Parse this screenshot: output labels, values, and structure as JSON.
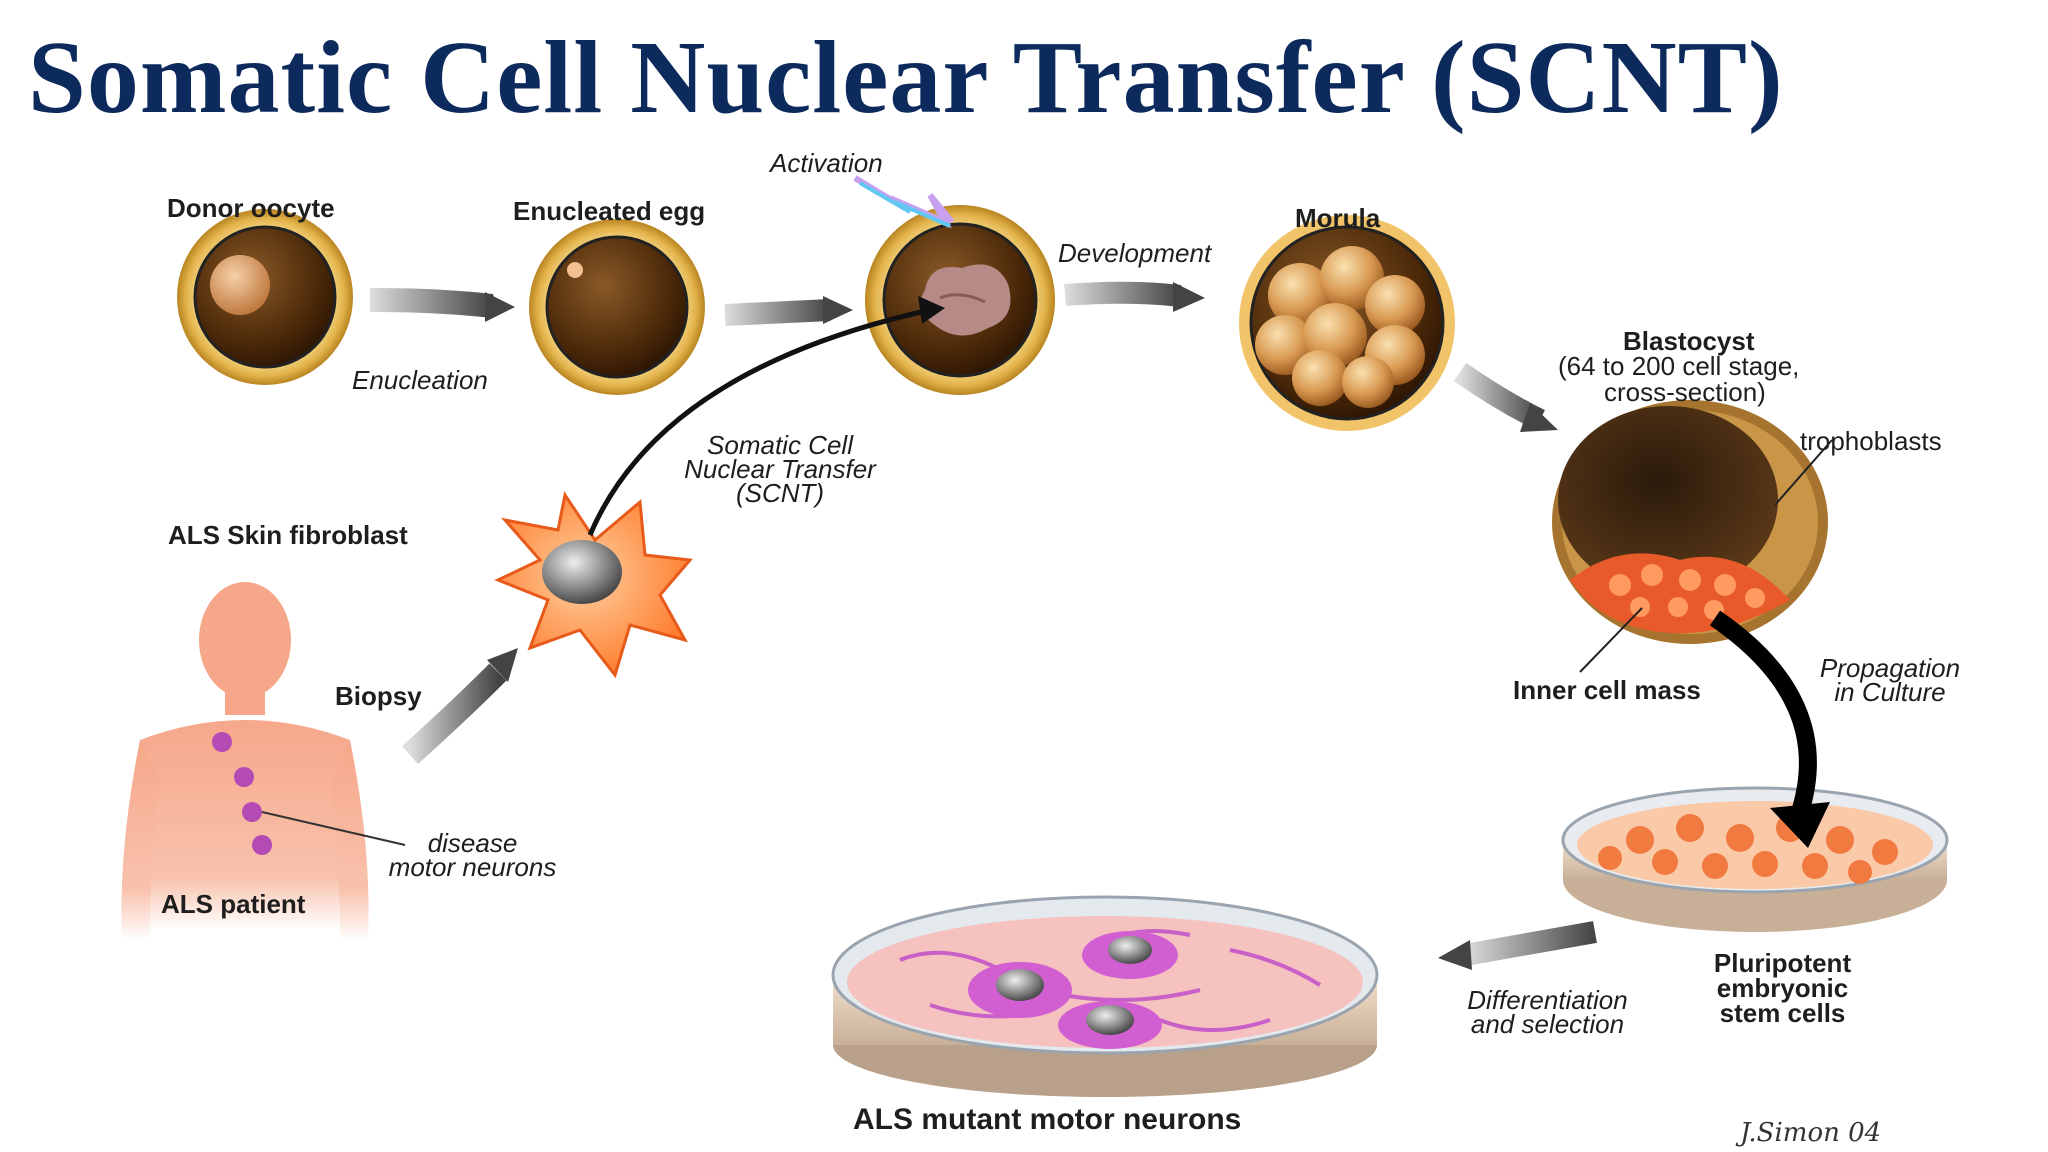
{
  "title": "Somatic Cell Nuclear Transfer (SCNT)",
  "labels": {
    "donor_oocyte": "Donor oocyte",
    "enucleated_egg": "Enucleated egg",
    "activation": "Activation",
    "development": "Development",
    "morula": "Morula",
    "enucleation": "Enucleation",
    "blastocyst": "Blastocyst",
    "blastocyst_sub1": "(64 to 200 cell stage,",
    "blastocyst_sub2": "cross-section)",
    "trophoblasts": "trophoblasts",
    "scnt_line1": "Somatic Cell",
    "scnt_line2": "Nuclear Transfer",
    "scnt_line3": "(SCNT)",
    "fibroblast": "ALS Skin fibroblast",
    "biopsy": "Biopsy",
    "inner_cell_mass": "Inner cell mass",
    "propagation_line1": "Propagation",
    "propagation_line2": "in Culture",
    "disease_line1": "disease",
    "disease_line2": "motor neurons",
    "patient": "ALS patient",
    "pluripotent_line1": "Pluripotent",
    "pluripotent_line2": "embryonic",
    "pluripotent_line3": "stem cells",
    "differentiation_line1": "Differentiation",
    "differentiation_line2": "and selection",
    "neurons": "ALS mutant motor neurons",
    "signature": "J.Simon 04"
  },
  "colors": {
    "title": "#0d2a5c",
    "zona": "#e0b24a",
    "cytoplasm": "#5a3210",
    "skin": "#f4a98e",
    "neuron": "#cc55cc",
    "arrow": "#555555"
  }
}
